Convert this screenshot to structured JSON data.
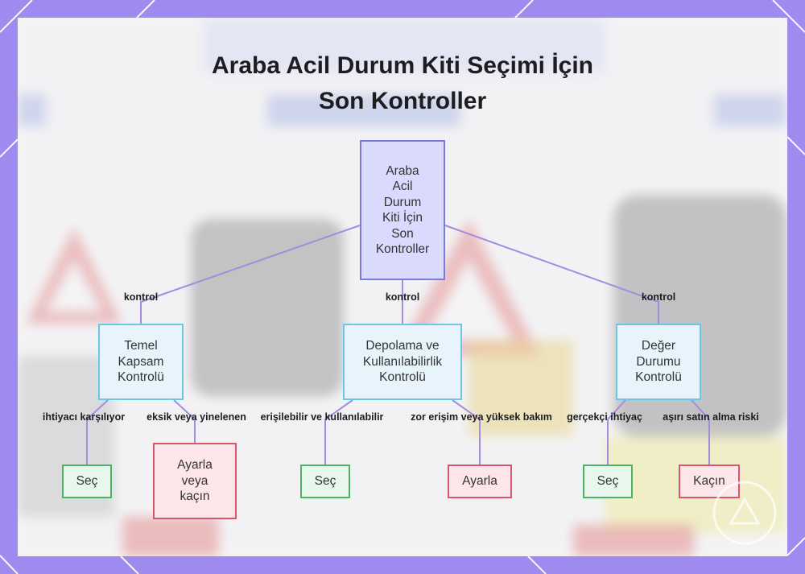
{
  "colors": {
    "frame": "#9f8af0",
    "root_fill": "#d9dafe",
    "root_border": "#7a7ae0",
    "check_fill": "#e8f4fb",
    "check_border": "#6cc6e6",
    "good_fill": "#e8f7ec",
    "good_border": "#4db364",
    "bad_fill": "#fde6ea",
    "bad_border": "#d6576b",
    "connector": "#a78bdc"
  },
  "title": {
    "line1": "Araba Acil Durum Kiti Seçimi İçin",
    "line2": "Son Kontroller"
  },
  "root": {
    "lines": [
      "Araba",
      "Acil",
      "Durum",
      "Kiti İçin",
      "Son",
      "Kontroller"
    ]
  },
  "branches": [
    {
      "edge_label": "kontrol",
      "node_lines": [
        "Temel",
        "Kapsam",
        "Kontrolü"
      ],
      "left": {
        "edge_label": "ihtiyacı karşılıyor",
        "node_lines": [
          "Seç"
        ],
        "kind": "good"
      },
      "right": {
        "edge_label": "eksik veya yinelenen",
        "node_lines": [
          "Ayarla",
          "veya",
          "kaçın"
        ],
        "kind": "bad"
      }
    },
    {
      "edge_label": "kontrol",
      "node_lines": [
        "Depolama ve",
        "Kullanılabilirlik",
        "Kontrolü"
      ],
      "left": {
        "edge_label": "erişilebilir ve kullanılabilir",
        "node_lines": [
          "Seç"
        ],
        "kind": "good"
      },
      "right": {
        "edge_label": "zor erişim veya yüksek bakım",
        "node_lines": [
          "Ayarla"
        ],
        "kind": "bad"
      }
    },
    {
      "edge_label": "kontrol",
      "node_lines": [
        "Değer",
        "Durumu",
        "Kontrolü"
      ],
      "left": {
        "edge_label": "gerçekçi ihtiyaç",
        "node_lines": [
          "Seç"
        ],
        "kind": "good"
      },
      "right": {
        "edge_label": "aşırı satın alma riski",
        "node_lines": [
          "Kaçın"
        ],
        "kind": "bad"
      }
    }
  ]
}
